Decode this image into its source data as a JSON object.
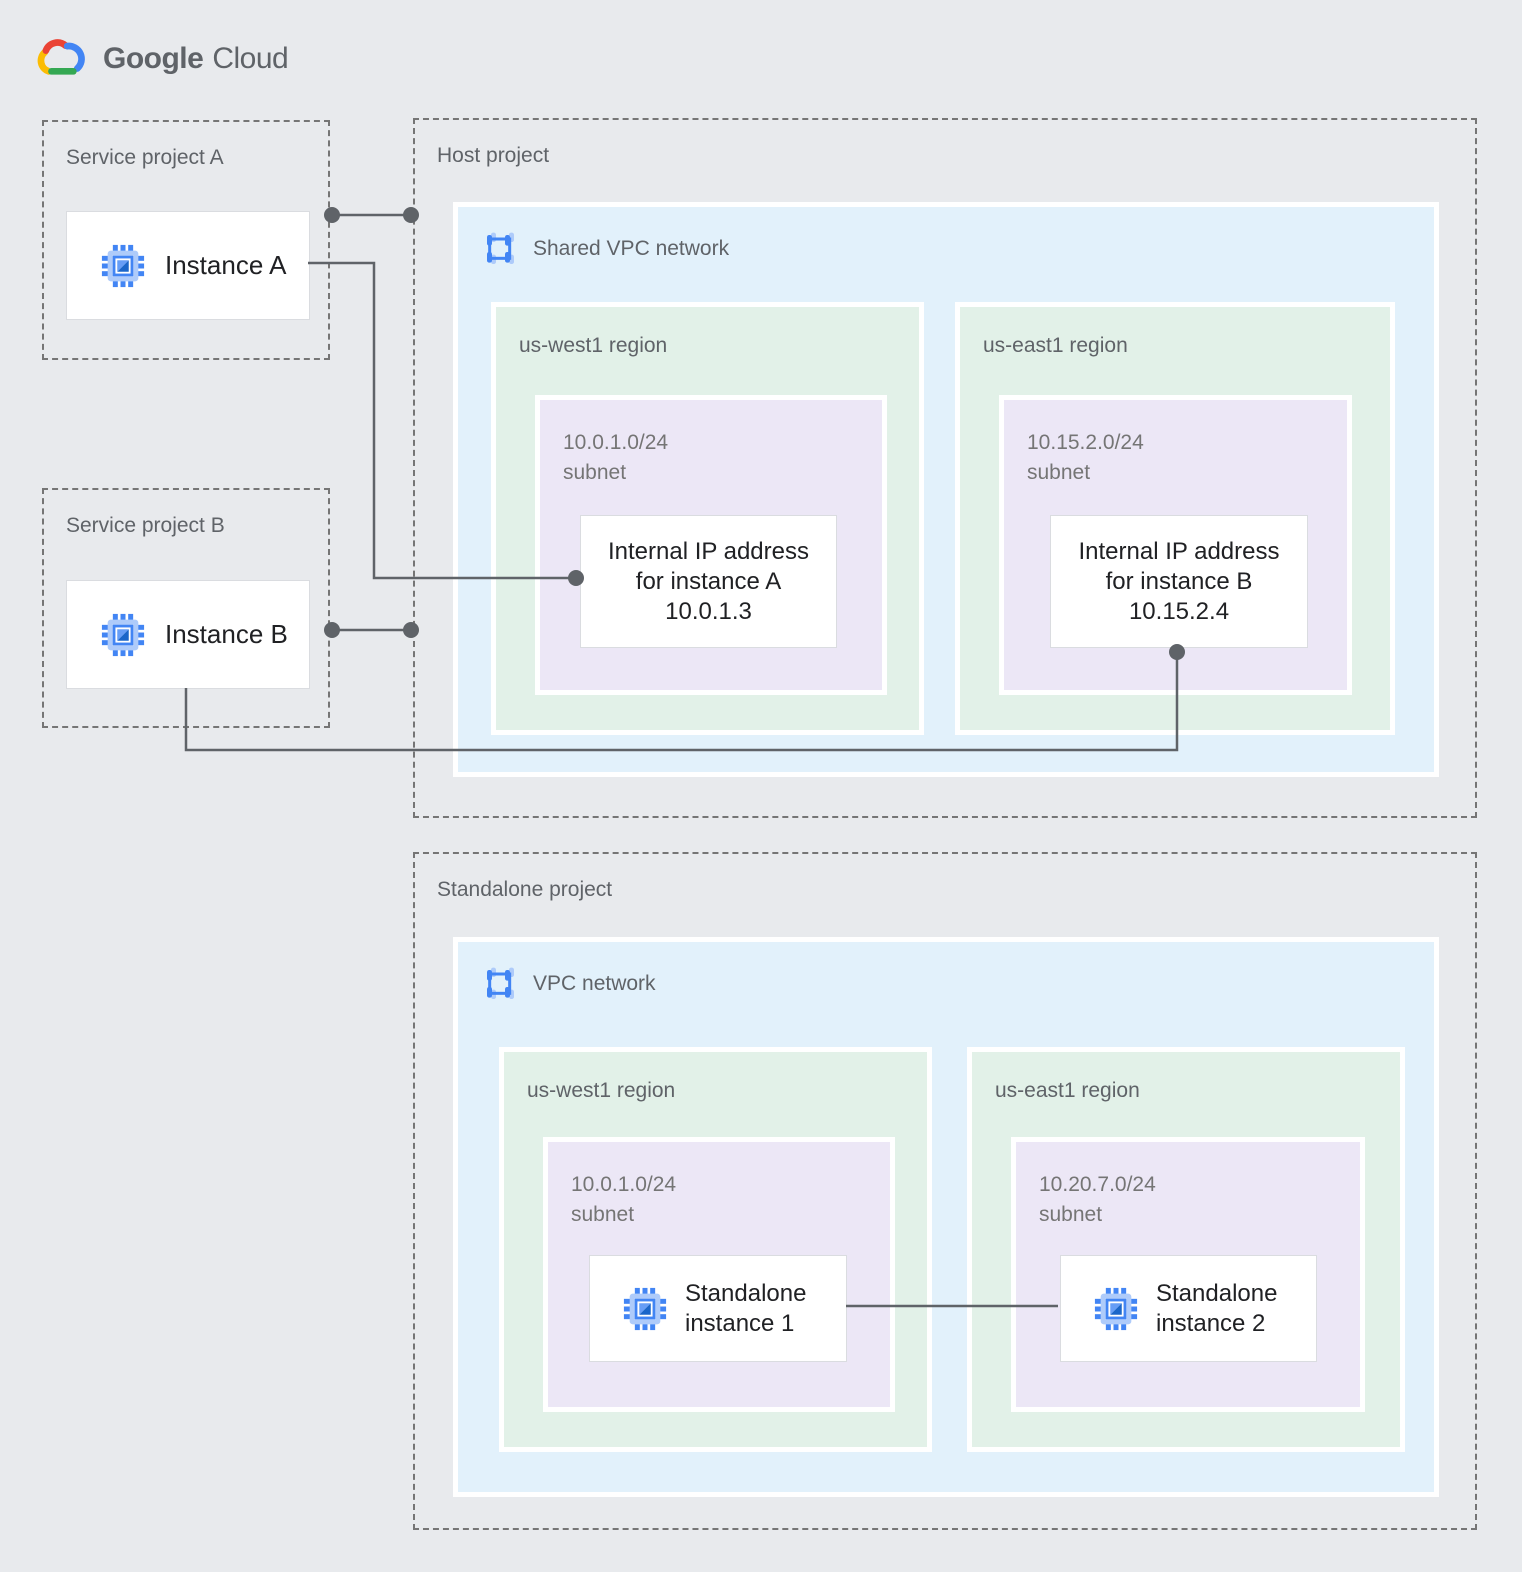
{
  "logo": {
    "part1": "Google",
    "part2": "Cloud",
    "icon": "google-cloud-logo-icon"
  },
  "colors": {
    "background": "#e8eaed",
    "network_fill": "#e2f1fb",
    "region_fill": "#e2f1e8",
    "subnet_fill": "#ece7f6",
    "accent_blue": "#4285f4",
    "connector_gray": "#5f6368",
    "label_gray": "#5f6368",
    "text_dark": "#202124"
  },
  "service_project_a": {
    "label": "Service project A",
    "instance": {
      "label": "Instance A",
      "icon": "compute-instance-icon"
    }
  },
  "service_project_b": {
    "label": "Service project B",
    "instance": {
      "label": "Instance B",
      "icon": "compute-instance-icon"
    }
  },
  "host_project": {
    "label": "Host project",
    "network": {
      "label": "Shared VPC network",
      "icon": "vpc-network-icon"
    },
    "regions": [
      {
        "label": "us-west1 region",
        "subnet": {
          "cidr": "10.0.1.0/24",
          "caption": "subnet"
        },
        "ip_card": {
          "line1": "Internal IP address",
          "line2": "for instance A",
          "line3": "10.0.1.3"
        }
      },
      {
        "label": "us-east1 region",
        "subnet": {
          "cidr": "10.15.2.0/24",
          "caption": "subnet"
        },
        "ip_card": {
          "line1": "Internal IP address",
          "line2": "for instance B",
          "line3": "10.15.2.4"
        }
      }
    ]
  },
  "standalone_project": {
    "label": "Standalone project",
    "network": {
      "label": "VPC network",
      "icon": "vpc-network-icon"
    },
    "regions": [
      {
        "label": "us-west1 region",
        "subnet": {
          "cidr": "10.0.1.0/24",
          "caption": "subnet"
        },
        "instance": {
          "line1": "Standalone",
          "line2": "instance 1",
          "icon": "compute-instance-icon"
        }
      },
      {
        "label": "us-east1 region",
        "subnet": {
          "cidr": "10.20.7.0/24",
          "caption": "subnet"
        },
        "instance": {
          "line1": "Standalone",
          "line2": "instance 2",
          "icon": "compute-instance-icon"
        }
      }
    ]
  }
}
